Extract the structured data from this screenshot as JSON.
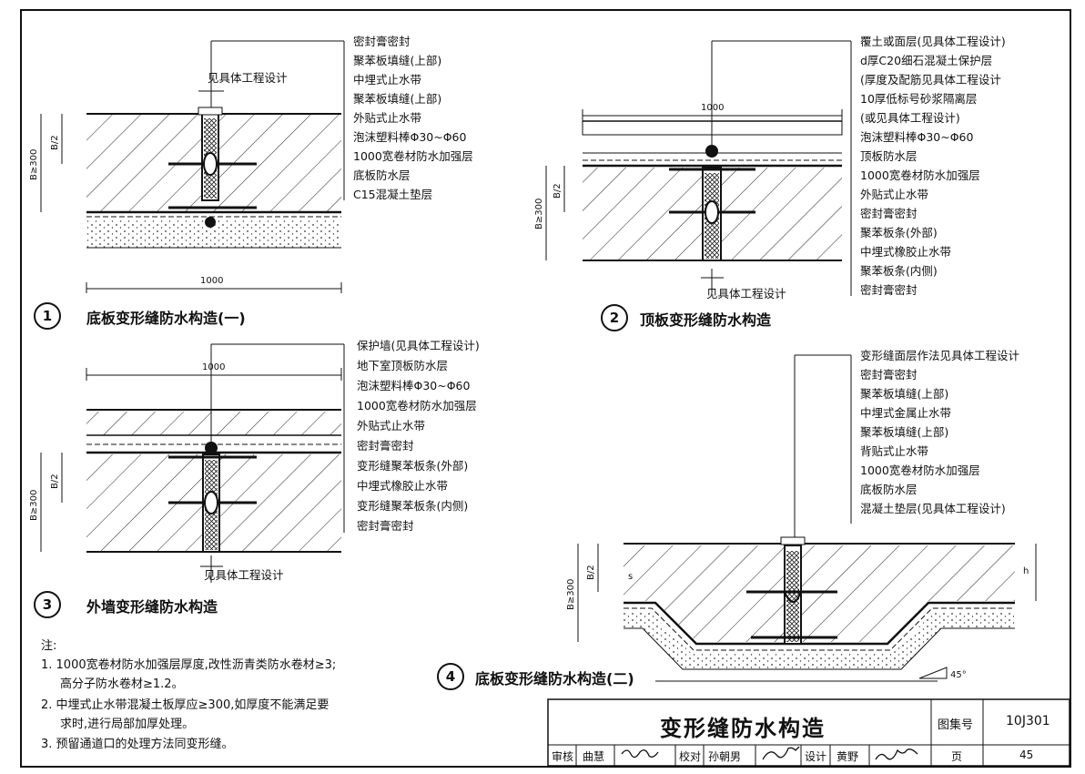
{
  "d1": {
    "num": "1",
    "title": "底板变形缝防水构造(一)",
    "labels": [
      "密封膏密封",
      "聚苯板填缝(上部)",
      "中埋式止水带",
      "聚苯板填缝(上部)",
      "外贴式止水带",
      "泡沫塑料棒Φ30~Φ60",
      "1000宽卷材防水加强层",
      "底板防水层",
      "C15混凝土垫层"
    ],
    "ref": "见具体工程设计",
    "dim_width": "1000",
    "dim_b": "B≥300",
    "dim_b2": "B/2"
  },
  "d2": {
    "num": "2",
    "title": "顶板变形缝防水构造",
    "labels": [
      "覆土或面层(见具体工程设计)",
      "d厚C20细石混凝土保护层",
      "(厚度及配筋见具体工程设计",
      "10厚低标号砂浆隔离层",
      "(或见具体工程设计)",
      "泡沫塑料棒Φ30~Φ60",
      "顶板防水层",
      "1000宽卷材防水加强层",
      "外贴式止水带",
      "密封膏密封",
      "聚苯板条(外部)",
      "中埋式橡胶止水带",
      "聚苯板条(内侧)",
      "密封膏密封"
    ],
    "ref": "见具体工程设计",
    "dim_width": "1000",
    "dim_b": "B≥300",
    "dim_b2": "B/2"
  },
  "d3": {
    "num": "3",
    "title": "外墙变形缝防水构造",
    "labels": [
      "保护墙(见具体工程设计)",
      "地下室顶板防水层",
      "泡沫塑料棒Φ30~Φ60",
      "1000宽卷材防水加强层",
      "外贴式止水带",
      "密封膏密封",
      "变形缝聚苯板条(外部)",
      "中埋式橡胶止水带",
      "变形缝聚苯板条(内侧)",
      "密封膏密封"
    ],
    "ref": "见具体工程设计",
    "dim_width": "1000",
    "dim_b": "B≥300",
    "dim_b2": "B/2"
  },
  "d4": {
    "num": "4",
    "title": "底板变形缝防水构造(二)",
    "labels": [
      "变形缝面层作法见具体工程设计",
      "密封膏密封",
      "聚苯板填缝(上部)",
      "中埋式金属止水带",
      "聚苯板填缝(上部)",
      "背贴式止水带",
      "1000宽卷材防水加强层",
      "底板防水层",
      "混凝土垫层(见具体工程设计)"
    ],
    "dim_b": "B≥300",
    "dim_b2": "B/2",
    "dim_s": "s",
    "dim_h": "h",
    "angle": "45°"
  },
  "notes": {
    "heading": "注:",
    "lines": [
      "1. 1000宽卷材防水加强层厚度,改性沥青类防水卷材≥3;",
      "高分子防水卷材≥1.2。",
      "2. 中埋式止水带混凝土板厚应≥300,如厚度不能满足要",
      "求时,进行局部加厚处理。",
      "3. 预留通道口的处理方法同变形缝。"
    ]
  },
  "titleblock": {
    "title": "变形缝防水构造",
    "atlas_label": "图集号",
    "atlas_no": "10J301",
    "page_label": "页",
    "page_no": "45",
    "review_label": "审核",
    "review_name": "曲慧",
    "check_label": "校对",
    "check_name": "孙朝男",
    "design_label": "设计",
    "design_name": "黄野"
  }
}
